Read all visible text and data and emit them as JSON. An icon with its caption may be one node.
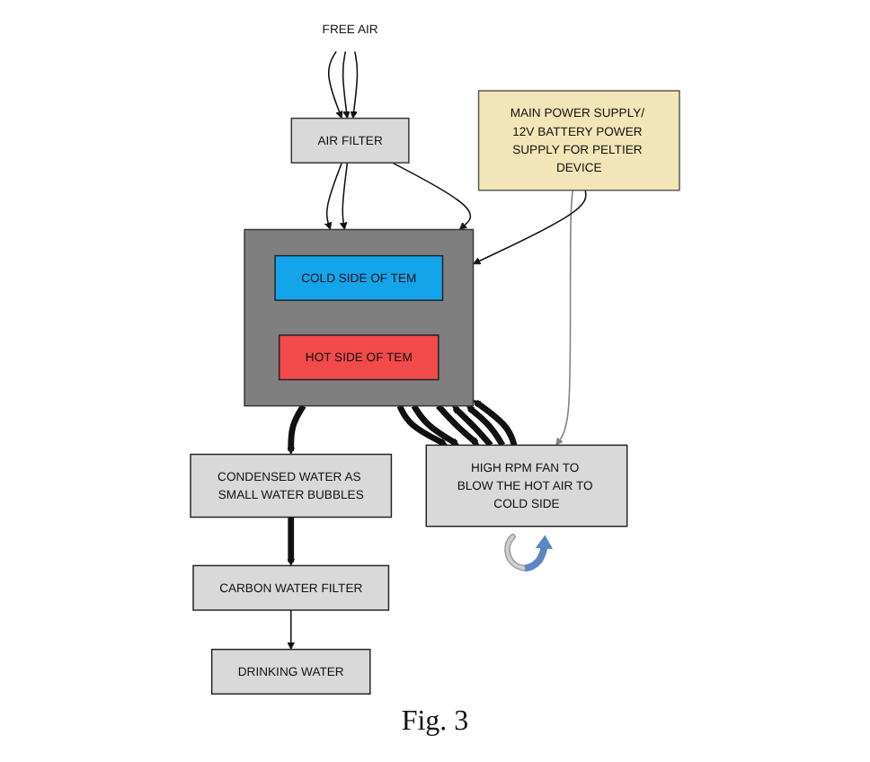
{
  "diagram": {
    "caption": "Fig. 3",
    "nodes": [
      {
        "text": [
          "FREE AIR"
        ]
      },
      {
        "text": [
          "AIR FILTER"
        ]
      },
      {
        "text": [],
        "shape": "box"
      },
      {
        "text": [
          "COLD SIDE OF TEM"
        ],
        "in": 2
      },
      {
        "text": [
          "HOT SIDE OF TEM"
        ],
        "in": 2
      },
      {
        "text": [
          "MAIN POWER SUPPLY/ 12V BATTERY POWER SUPPLY FOR PELTIER DEVICE"
        ]
      },
      {
        "text": [
          "CONDENSED WATER AS SMALL WATER BUBBLES"
        ]
      },
      {
        "text": [
          "HIGH RPM FAN TO BLOW THE HOT AIR TO COLD SIDE"
        ]
      },
      {
        "text": [
          "CARBON WATER FILTER"
        ]
      },
      {
        "text": [
          "DRINKING WATER"
        ]
      }
    ],
    "edges": [
      {
        "from": 0,
        "to": 1,
        "arrow": "to"
      },
      {
        "from": 0,
        "to": 1,
        "arrow": "to"
      },
      {
        "from": 0,
        "to": 1,
        "arrow": "to"
      },
      {
        "from": 1,
        "to": 2,
        "arrow": "to"
      },
      {
        "from": 1,
        "to": 2,
        "arrow": "to"
      },
      {
        "from": 1,
        "to": 2,
        "arrow": "to"
      },
      {
        "from": 5,
        "to": 2,
        "arrow": "to"
      },
      {
        "from": 2,
        "to": 6,
        "arrow": "to",
        "style": "thick"
      },
      {
        "from": 7,
        "to": 2,
        "arrow": "to",
        "style": "thick"
      },
      {
        "from": 7,
        "to": 2,
        "arrow": "to",
        "style": "thick"
      },
      {
        "from": 7,
        "to": 2,
        "arrow": "to",
        "style": "thick"
      },
      {
        "from": 2,
        "to": 7,
        "arrow": "to",
        "style": "thick"
      },
      {
        "from": 2,
        "to": 7,
        "arrow": "to",
        "style": "thick"
      },
      {
        "from": 2,
        "to": 7,
        "arrow": "to",
        "style": "thick"
      },
      {
        "from": 5,
        "to": 7,
        "arrow": "to",
        "color": "#808080"
      },
      {
        "from": 6,
        "to": 8,
        "arrow": "to",
        "style": "thick"
      },
      {
        "from": 8,
        "to": 9,
        "arrow": "to"
      }
    ]
  }
}
